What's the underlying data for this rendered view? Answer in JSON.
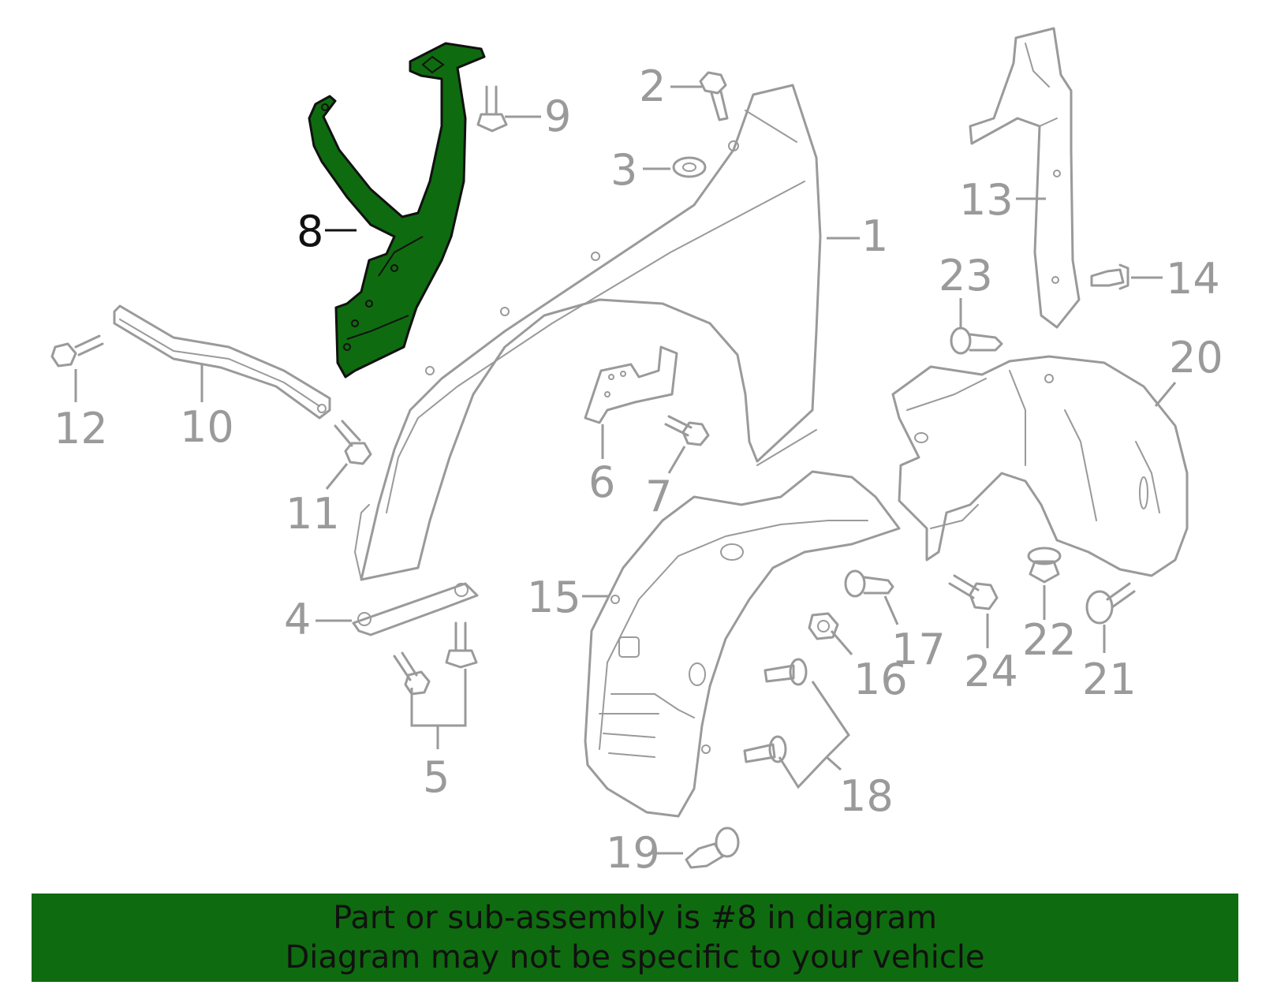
{
  "highlight_color": "#0f6b0f",
  "outline_color": "#9a9a9a",
  "highlighted_part": "8",
  "callouts": {
    "c1": "1",
    "c2": "2",
    "c3": "3",
    "c4": "4",
    "c5": "5",
    "c6": "6",
    "c7": "7",
    "c8": "8",
    "c9": "9",
    "c10": "10",
    "c11": "11",
    "c12": "12",
    "c13": "13",
    "c14": "14",
    "c15": "15",
    "c16": "16",
    "c17": "17",
    "c18": "18",
    "c19": "19",
    "c20": "20",
    "c21": "21",
    "c22": "22",
    "c23": "23",
    "c24": "24"
  },
  "banner": {
    "line1": "Part or sub-assembly is #8 in diagram",
    "line2": "Diagram may not be specific to your vehicle"
  }
}
